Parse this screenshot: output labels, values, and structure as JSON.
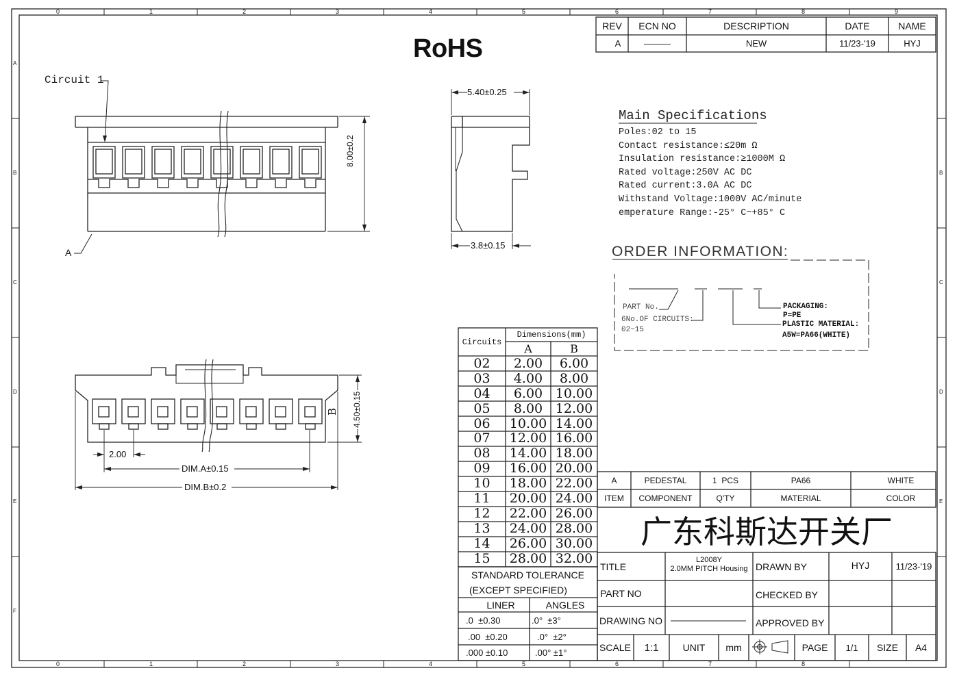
{
  "border": {
    "cols_top": [
      "0",
      "1",
      "2",
      "3",
      "4",
      "5",
      "6",
      "7",
      "8",
      "9"
    ],
    "cols_bottom": [
      "0",
      "1",
      "2",
      "3",
      "4",
      "5",
      "6",
      "7",
      "8"
    ],
    "rows": [
      "A",
      "B",
      "C",
      "D",
      "E",
      "F"
    ]
  },
  "rohs": "RoHS",
  "revision": {
    "headers": [
      "REV",
      "ECN NO",
      "DESCRIPTION",
      "DATE",
      "NAME"
    ],
    "row": [
      "A",
      "———",
      "NEW",
      "11/23-'19",
      "HYJ"
    ]
  },
  "front_view": {
    "circuit_label": "Circuit 1",
    "a_label": "A",
    "height_dim": "8.00±0.2"
  },
  "side_view": {
    "width_dim": "5.40±0.25",
    "bottom_dim": "3.8±0.15"
  },
  "bottom_view": {
    "pitch_dim": "2.00",
    "dim_a": "DIM.A±0.15",
    "dim_b": "DIM.B±0.2",
    "height_dim": "4.50±0.15",
    "b_label": "B"
  },
  "specs": {
    "title": "Main Specifications",
    "lines": [
      "Poles:02 to 15",
      "Contact resistance:≤20m Ω",
      "Insulation resistance:≥1000M Ω",
      "Rated voltage:250V AC DC",
      "Rated current:3.0A AC DC",
      "Withstand Voltage:1000V AC/minute",
      "emperature Range:-25° C~+85° C"
    ]
  },
  "order": {
    "title": "ORDER INFORMATION:",
    "part_no": "PART No.",
    "circuits_line1": "6No.OF CIRCUITS:",
    "circuits_line2": "02~15",
    "packaging": "PACKAGING:",
    "packaging_val": "P=PE",
    "material": "PLASTIC MATERIAL:",
    "material_val": "A5W=PA66(WHITE)"
  },
  "dim_table": {
    "circuits_header": "Circuits",
    "dims_header": "Dimensions(mm)",
    "col_a": "A",
    "col_b": "B",
    "rows": [
      [
        "02",
        "2.00",
        "6.00"
      ],
      [
        "03",
        "4.00",
        "8.00"
      ],
      [
        "04",
        "6.00",
        "10.00"
      ],
      [
        "05",
        "8.00",
        "12.00"
      ],
      [
        "06",
        "10.00",
        "14.00"
      ],
      [
        "07",
        "12.00",
        "16.00"
      ],
      [
        "08",
        "14.00",
        "18.00"
      ],
      [
        "09",
        "16.00",
        "20.00"
      ],
      [
        "10",
        "18.00",
        "22.00"
      ],
      [
        "11",
        "20.00",
        "24.00"
      ],
      [
        "12",
        "22.00",
        "26.00"
      ],
      [
        "13",
        "24.00",
        "28.00"
      ],
      [
        "14",
        "26.00",
        "30.00"
      ],
      [
        "15",
        "28.00",
        "32.00"
      ]
    ]
  },
  "tolerance": {
    "title": "STANDARD TOLERANCE",
    "subtitle": "(EXCEPT  SPECIFIED)",
    "col_linear": "LINER",
    "col_angles": "ANGLES",
    "rows": [
      [
        ".0  ±0.30",
        ".0°  ±3°"
      ],
      [
        ".00  ±0.20",
        ".0°  ±2°"
      ],
      [
        ".000 ±0.10",
        ".00° ±1°"
      ]
    ]
  },
  "bom": {
    "row": [
      "A",
      "PEDESTAL",
      "1  PCS",
      "PA66",
      "WHITE"
    ],
    "headers": [
      "ITEM",
      "COMPONENT",
      "Q'TY",
      "MATERIAL",
      "COLOR"
    ]
  },
  "company": "广东科斯达开关厂",
  "title_block": {
    "title_label": "TITLE",
    "title_line1": "L2008Y",
    "title_line2": "2.0MM PITCH Housing",
    "drawn_by_label": "DRAWN BY",
    "drawn_by": "HYJ",
    "drawn_date": "11/23-'19",
    "part_no_label": "PART NO",
    "checked_by_label": "CHECKED BY",
    "drawing_no_label": "DRAWING NO",
    "approved_by_label": "APPROVED BY",
    "scale_label": "SCALE",
    "scale": "1:1",
    "unit_label": "UNIT",
    "unit": "mm",
    "page_label": "PAGE",
    "page": "1/1",
    "size_label": "SIZE",
    "size": "A4"
  }
}
